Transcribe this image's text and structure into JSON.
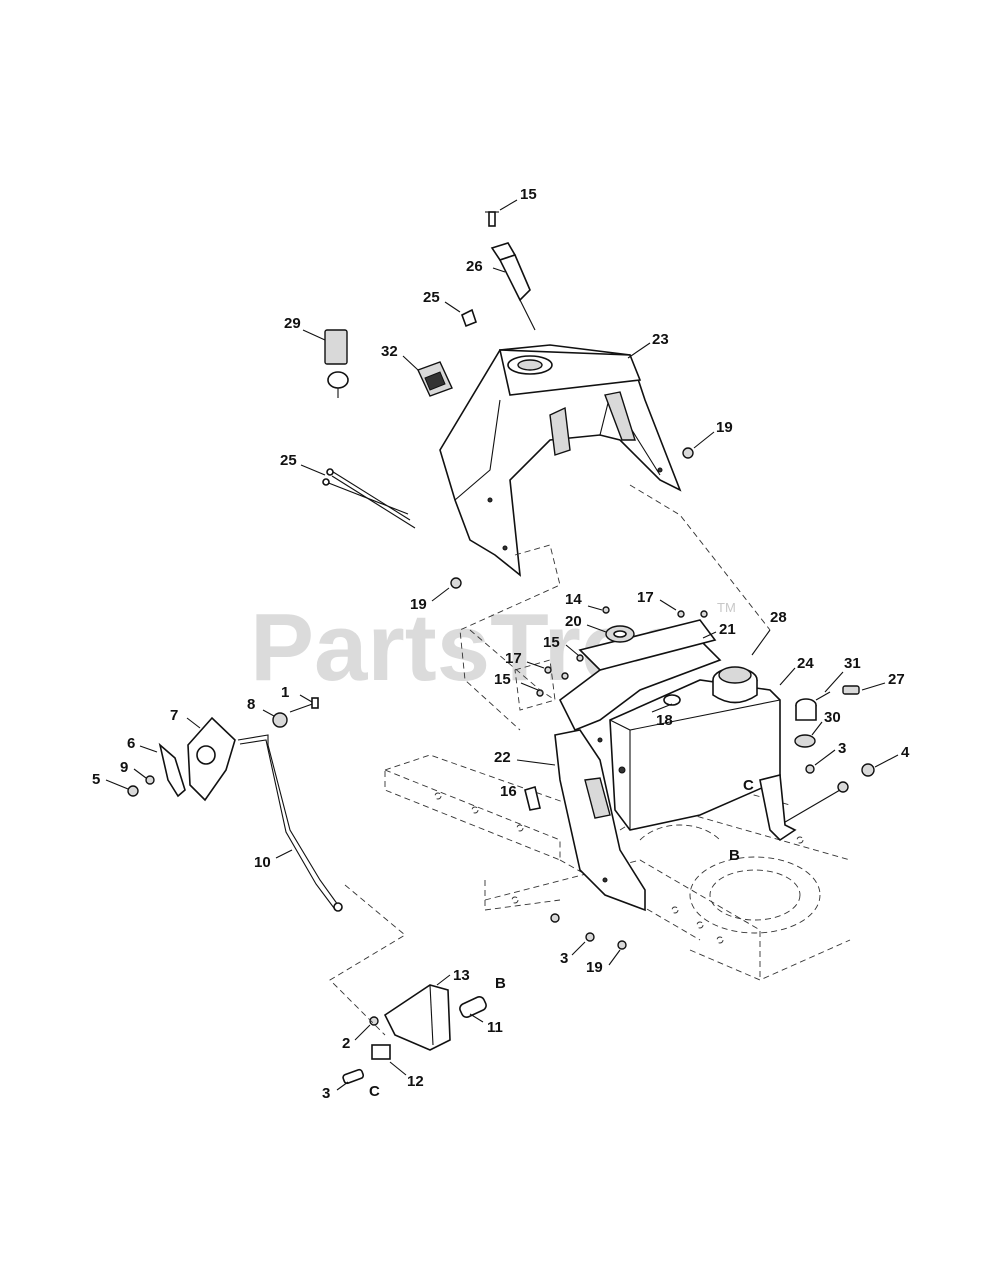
{
  "watermark": {
    "text": "PartsTree",
    "trademark": "TM"
  },
  "callouts": [
    {
      "id": "c1",
      "text": "15"
    },
    {
      "id": "c2",
      "text": "26"
    },
    {
      "id": "c3",
      "text": "25"
    },
    {
      "id": "c4",
      "text": "29"
    },
    {
      "id": "c5",
      "text": "32"
    },
    {
      "id": "c6",
      "text": "23"
    },
    {
      "id": "c7",
      "text": "19"
    },
    {
      "id": "c8",
      "text": "25"
    },
    {
      "id": "c9",
      "text": "19"
    },
    {
      "id": "c10",
      "text": "14"
    },
    {
      "id": "c11",
      "text": "17"
    },
    {
      "id": "c12",
      "text": "20"
    },
    {
      "id": "c13",
      "text": "21"
    },
    {
      "id": "c14",
      "text": "28"
    },
    {
      "id": "c15",
      "text": "15"
    },
    {
      "id": "c16",
      "text": "17"
    },
    {
      "id": "c17",
      "text": "15"
    },
    {
      "id": "c18",
      "text": "24"
    },
    {
      "id": "c19",
      "text": "31"
    },
    {
      "id": "c20",
      "text": "27"
    },
    {
      "id": "c21",
      "text": "18"
    },
    {
      "id": "c22",
      "text": "30"
    },
    {
      "id": "c23",
      "text": "22"
    },
    {
      "id": "c24",
      "text": "3"
    },
    {
      "id": "c25",
      "text": "4"
    },
    {
      "id": "c26",
      "text": "C"
    },
    {
      "id": "c27",
      "text": "16"
    },
    {
      "id": "c28",
      "text": "B"
    },
    {
      "id": "c29",
      "text": "1"
    },
    {
      "id": "c30",
      "text": "8"
    },
    {
      "id": "c31",
      "text": "7"
    },
    {
      "id": "c32",
      "text": "6"
    },
    {
      "id": "c33",
      "text": "9"
    },
    {
      "id": "c34",
      "text": "5"
    },
    {
      "id": "c35",
      "text": "10"
    },
    {
      "id": "c36",
      "text": "3"
    },
    {
      "id": "c37",
      "text": "19"
    },
    {
      "id": "c38",
      "text": "13"
    },
    {
      "id": "c39",
      "text": "B"
    },
    {
      "id": "c40",
      "text": "11"
    },
    {
      "id": "c41",
      "text": "2"
    },
    {
      "id": "c42",
      "text": "12"
    },
    {
      "id": "c43",
      "text": "3"
    },
    {
      "id": "c44",
      "text": "C"
    }
  ]
}
